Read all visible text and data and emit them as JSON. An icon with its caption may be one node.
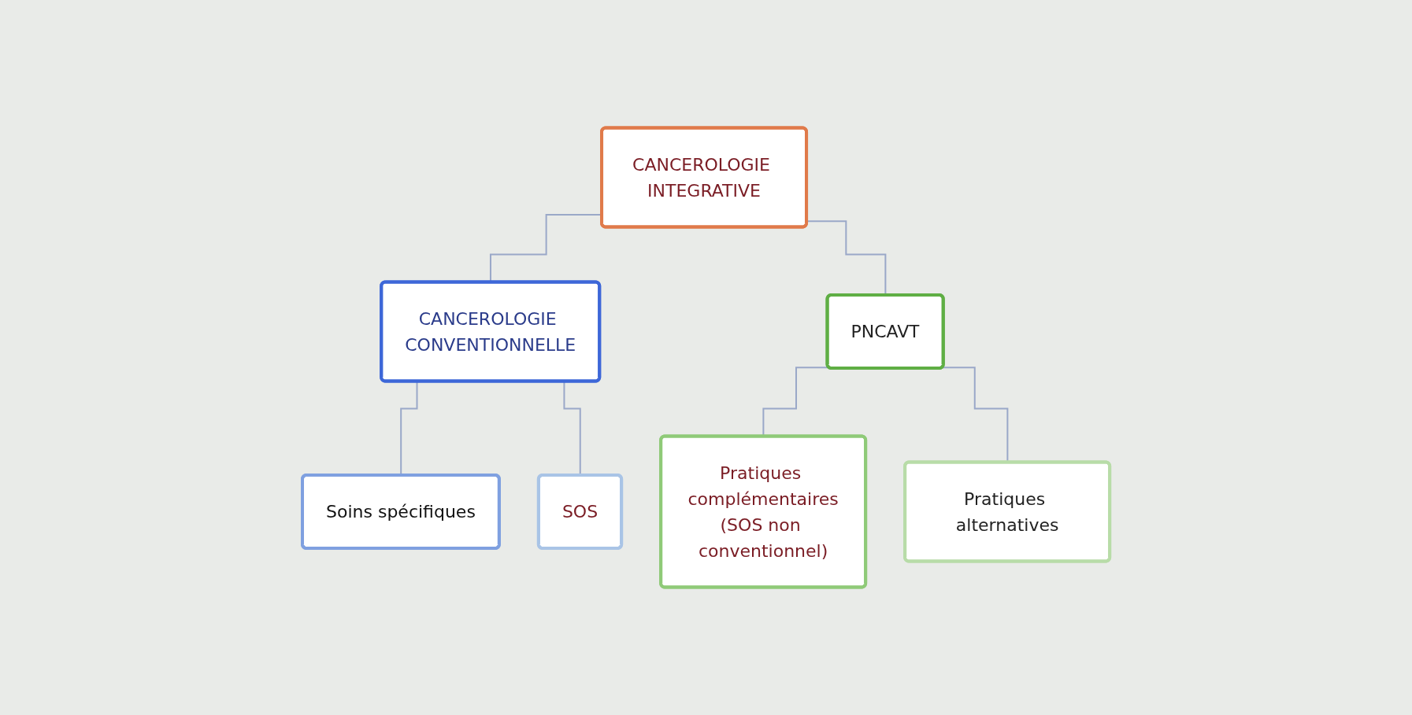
{
  "diagram": {
    "nodes": [
      {
        "text": [
          "CANCEROLOGIE INTEGRATIVE"
        ]
      },
      {
        "text": [
          "CANCEROLOGIE CONVENTIONNELLE"
        ]
      },
      {
        "text": [
          "PNCAVT"
        ]
      },
      {
        "text": [
          "Soins spécifiques"
        ]
      },
      {
        "text": [
          "SOS"
        ]
      },
      {
        "text": [
          "Pratiques complémentaires",
          "(SOS non conventionnel)"
        ]
      },
      {
        "text": [
          "Pratiques alternatives"
        ]
      }
    ],
    "edges": [
      {
        "from": 0,
        "to": 1,
        "arrow": "none"
      },
      {
        "from": 0,
        "to": 2,
        "arrow": "none"
      },
      {
        "from": 1,
        "to": 3,
        "arrow": "none"
      },
      {
        "from": 1,
        "to": 4,
        "arrow": "none"
      },
      {
        "from": 2,
        "to": 5,
        "arrow": "none"
      },
      {
        "from": 2,
        "to": 6,
        "arrow": "none"
      }
    ]
  }
}
